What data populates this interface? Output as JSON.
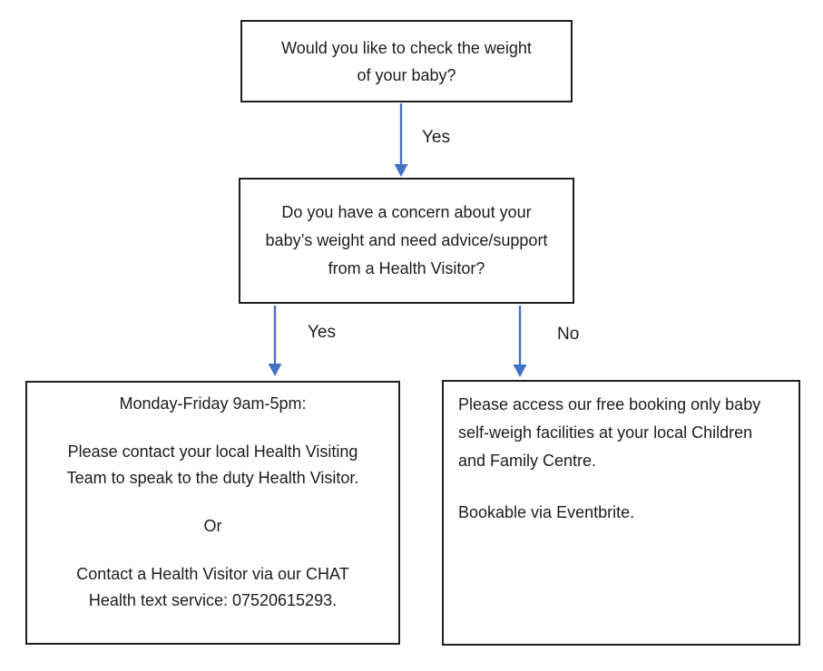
{
  "flowchart": {
    "nodes": {
      "q1": {
        "text": "Would you like to check the weight of your baby?"
      },
      "q2": {
        "text": "Do you have a concern about your baby’s weight and need advice/support from a Health Visitor?"
      },
      "left": {
        "paragraphs": [
          "Monday-Friday 9am-5pm:",
          "Please contact your local Health Visiting Team to speak to the duty Health Visitor.",
          "Or",
          "Contact a Health Visitor via our CHAT Health text service: 07520615293."
        ]
      },
      "right": {
        "paragraphs": [
          "Please access our free booking only baby self-weigh facilities at your local Children and Family Centre.",
          "Bookable via Eventbrite."
        ]
      }
    },
    "labels": {
      "top_yes": "Yes",
      "left_yes": "Yes",
      "right_no": "No"
    },
    "colors": {
      "arrow": "#4472C4",
      "border": "#1f1f1f",
      "text": "#1c1c1c",
      "background": "#ffffff"
    }
  }
}
